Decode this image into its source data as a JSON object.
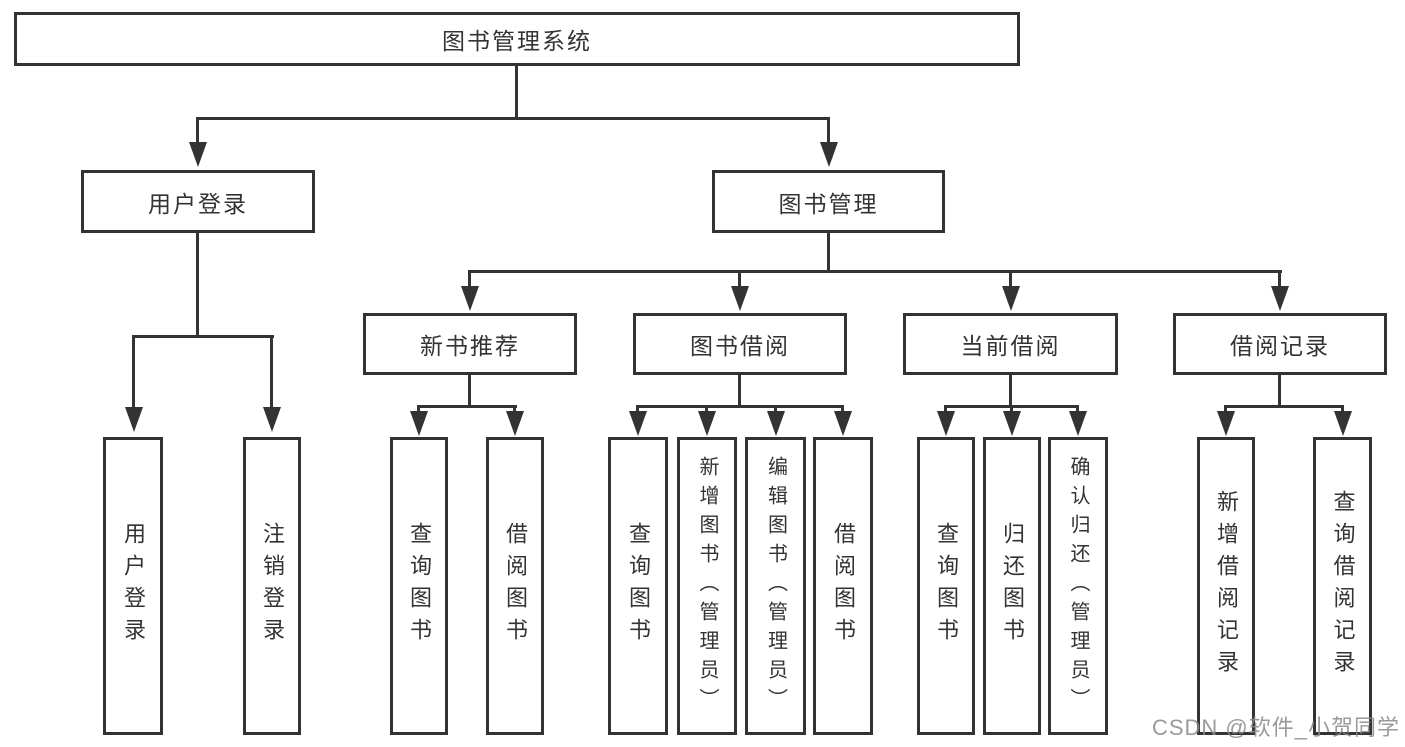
{
  "tree": {
    "label": "图书管理系统",
    "children": [
      {
        "label": "用户登录",
        "children": [
          {
            "label": "用户登录"
          },
          {
            "label": "注销登录"
          }
        ]
      },
      {
        "label": "图书管理",
        "children": [
          {
            "label": "新书推荐",
            "children": [
              {
                "label": "查询图书"
              },
              {
                "label": "借阅图书"
              }
            ]
          },
          {
            "label": "图书借阅",
            "children": [
              {
                "label": "查询图书"
              },
              {
                "label": "新增图书（管理员）"
              },
              {
                "label": "编辑图书（管理员）"
              },
              {
                "label": "借阅图书"
              }
            ]
          },
          {
            "label": "当前借阅",
            "children": [
              {
                "label": "查询图书"
              },
              {
                "label": "归还图书"
              },
              {
                "label": "确认归还（管理员）"
              }
            ]
          },
          {
            "label": "借阅记录",
            "children": [
              {
                "label": "新增借阅记录"
              },
              {
                "label": "查询借阅记录"
              }
            ]
          }
        ]
      }
    ]
  },
  "watermark": {
    "text": "CSDN @软件_小贺同学"
  },
  "colors": {
    "line": "#333333",
    "text": "#333333",
    "watermark": "#888888"
  }
}
